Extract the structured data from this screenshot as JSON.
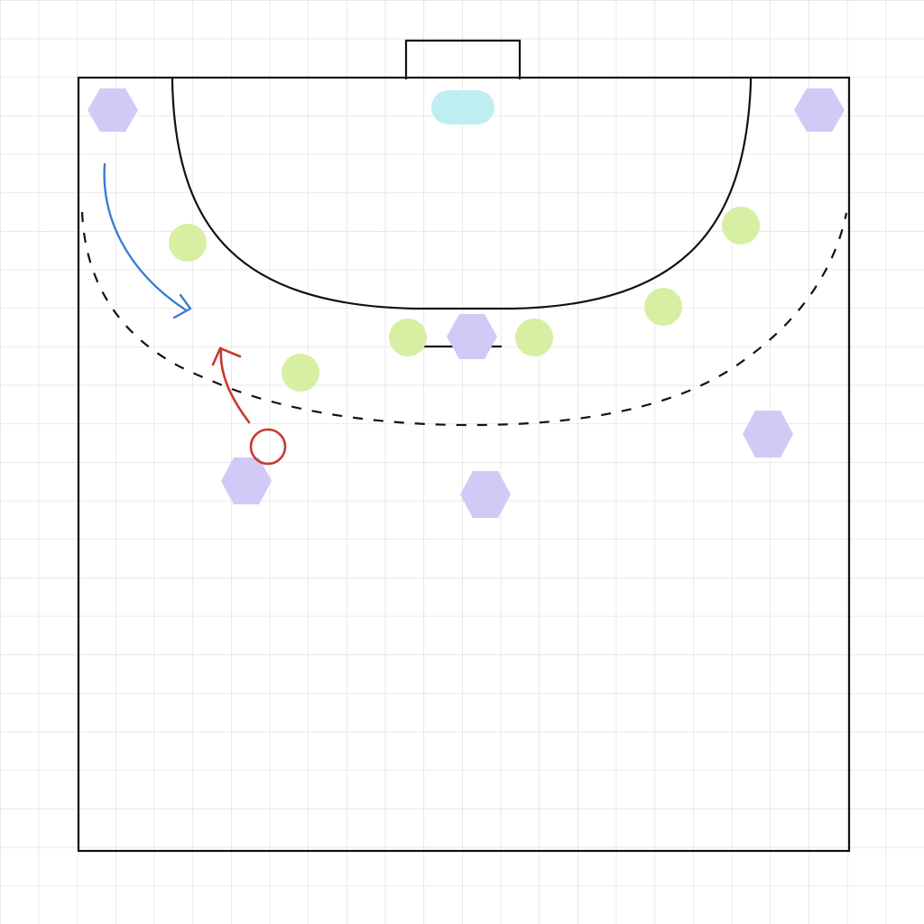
{
  "colors": {
    "background": "#ffffff",
    "grid": "#dcdcdc",
    "court_lines": "#111111",
    "attacker": "#d2c9f7",
    "defender": "#d8eea2",
    "goalkeeper": "#bfeef2",
    "movement_arrow": "#3d7bd0",
    "pass_arrow": "#c8392f",
    "ball": "#c8392f"
  },
  "team_attack": {
    "marker_shape": "hexagon",
    "count": 6,
    "players": [
      "left-wing",
      "right-wing",
      "pivot",
      "left-back",
      "center-back",
      "right-back"
    ]
  },
  "team_defense": {
    "marker_shape": "circle",
    "count": 6,
    "players": [
      "left-defender-outer",
      "left-defender-half",
      "center-left-defender",
      "center-right-defender",
      "right-defender-half",
      "right-defender-outer"
    ]
  },
  "goalkeeper": {
    "marker_shape": "rounded-rect"
  },
  "ball": {
    "marker_shape": "circle-outline"
  },
  "arrows": [
    {
      "name": "left-wing-run",
      "style": "solid"
    },
    {
      "name": "back-cut",
      "style": "solid"
    }
  ]
}
